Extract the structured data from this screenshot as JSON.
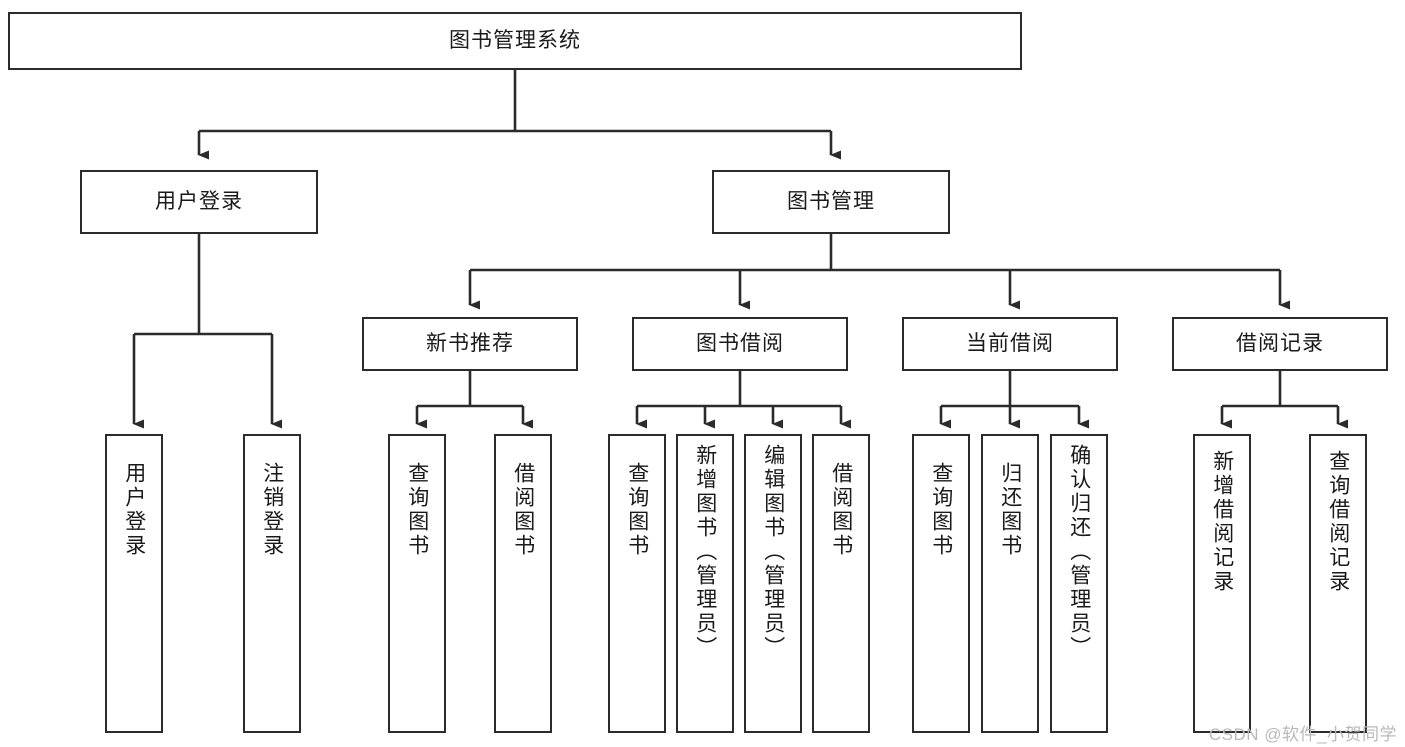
{
  "diagram": {
    "title": "图书管理系统",
    "type": "tree-hierarchy-diagram",
    "colors": {
      "border": "#2b2b2b",
      "background": "#ffffff",
      "text": "#1a1a1a",
      "watermark": "#b9b9b9"
    },
    "levels": {
      "root": {
        "label": "图书管理系统"
      },
      "level2": [
        {
          "label": "用户登录"
        },
        {
          "label": "图书管理"
        }
      ],
      "level3": [
        {
          "label": "新书推荐"
        },
        {
          "label": "图书借阅"
        },
        {
          "label": "当前借阅"
        },
        {
          "label": "借阅记录"
        }
      ],
      "leaves": {
        "user_login": [
          {
            "label": "用户登录"
          },
          {
            "label": "注销登录"
          }
        ],
        "new_book_recommend": [
          {
            "label": "查询图书"
          },
          {
            "label": "借阅图书"
          }
        ],
        "book_borrow": [
          {
            "label": "查询图书"
          },
          {
            "label": "新增图书（管理员）"
          },
          {
            "label": "编辑图书（管理员）"
          },
          {
            "label": "借阅图书"
          }
        ],
        "current_borrow": [
          {
            "label": "查询图书"
          },
          {
            "label": "归还图书"
          },
          {
            "label": "确认归还（管理员）"
          }
        ],
        "borrow_record": [
          {
            "label": "新增借阅记录"
          },
          {
            "label": "查询借阅记录"
          }
        ]
      }
    }
  },
  "watermark": {
    "text": "CSDN @软件_小贺同学"
  }
}
